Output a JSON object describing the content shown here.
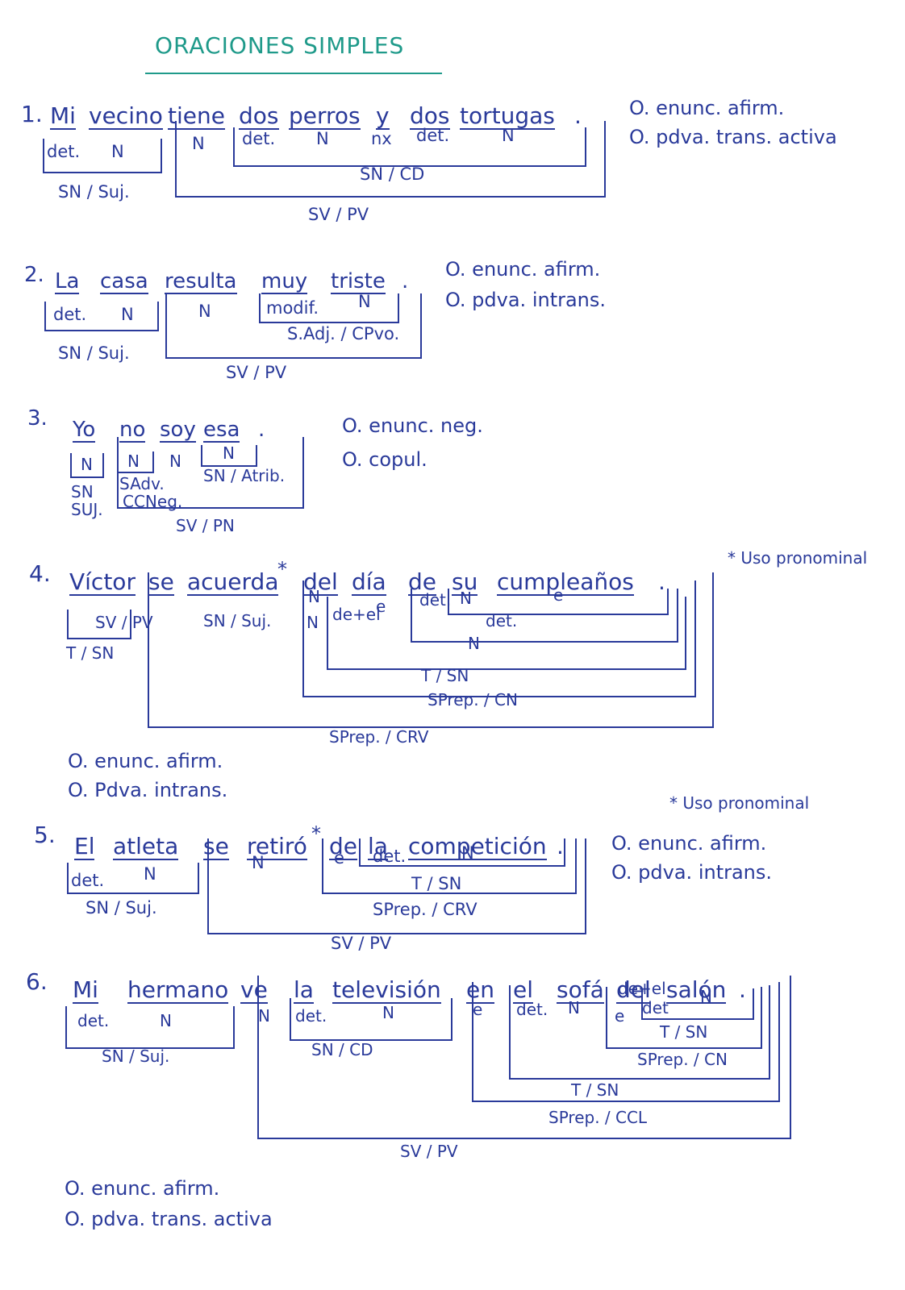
{
  "title": "ORACIONES SIMPLES",
  "colors": {
    "ink": "#2a3a9a",
    "title": "#1f9a8a"
  },
  "sentences": [
    {
      "number": "1.",
      "words": [
        "Mi",
        "vecino",
        "tiene",
        "dos",
        "perros",
        "y",
        "dos",
        "tortugas"
      ],
      "period": ".",
      "labels": [
        "det.",
        "N",
        "N",
        "det.",
        "N",
        "nx",
        "det.",
        "N",
        "SN / Suj.",
        "SN / CD",
        "SV / PV"
      ],
      "classification": [
        "O. enunc. afirm.",
        "O. pdva. trans. activa"
      ]
    },
    {
      "number": "2.",
      "words": [
        "La",
        "casa",
        "resulta",
        "muy",
        "triste"
      ],
      "period": ".",
      "labels": [
        "det.",
        "N",
        "N",
        "modif.",
        "N",
        "S.Adj. / CPvo.",
        "SN / Suj.",
        "SV / PV"
      ],
      "classification": [
        "O. enunc. afirm.",
        "O. pdva. intrans."
      ]
    },
    {
      "number": "3.",
      "words": [
        "Yo",
        "no",
        "soy",
        "esa"
      ],
      "period": ".",
      "labels": [
        "N",
        "N",
        "N",
        "N",
        "SAdv.",
        "CCNeg.",
        "SN / Atrib.",
        "SN",
        "SUJ.",
        "SV / PN"
      ],
      "classification": [
        "O. enunc. neg.",
        "O. copul."
      ]
    },
    {
      "number": "4.",
      "words": [
        "Víctor",
        "se",
        "acuerda",
        "del",
        "día",
        "de",
        "su",
        "cumpleaños"
      ],
      "asterisk": "*",
      "period": ".",
      "labels": [
        "N",
        "N",
        "de+el",
        "e",
        "det.",
        "N",
        "e",
        "det.",
        "N",
        "T / SN",
        "SPrep. / CN",
        "T / SN",
        "SPrep. / CRV",
        "SN / Suj.",
        "SV / PV"
      ],
      "note": "* Uso pronominal",
      "classification": [
        "O. enunc. afirm.",
        "O. Pdva. intrans."
      ]
    },
    {
      "number": "5.",
      "words": [
        "El",
        "atleta",
        "se",
        "retiró",
        "de",
        "la",
        "competición"
      ],
      "asterisk": "*",
      "period": ".",
      "labels": [
        "det.",
        "N",
        "N",
        "e",
        "det.",
        "N",
        "T / SN",
        "SPrep. / CRV",
        "SN / Suj.",
        "SV / PV"
      ],
      "note": "* Uso pronominal",
      "classification": [
        "O. enunc. afirm.",
        "O. pdva. intrans."
      ]
    },
    {
      "number": "6.",
      "words": [
        "Mi",
        "hermano",
        "ve",
        "la",
        "televisión",
        "en",
        "el",
        "sofá",
        "del",
        "salón"
      ],
      "period": ".",
      "labels": [
        "det.",
        "N",
        "N",
        "det.",
        "N",
        "SN / CD",
        "e",
        "det.",
        "N",
        "de+el",
        "e",
        "det",
        "N",
        "T / SN",
        "SPrep. / CN",
        "T / SN",
        "SPrep. / CCL",
        "SN / Suj.",
        "SV / PV"
      ],
      "classification": [
        "O. enunc. afirm.",
        "O. pdva. trans. activa"
      ]
    }
  ]
}
